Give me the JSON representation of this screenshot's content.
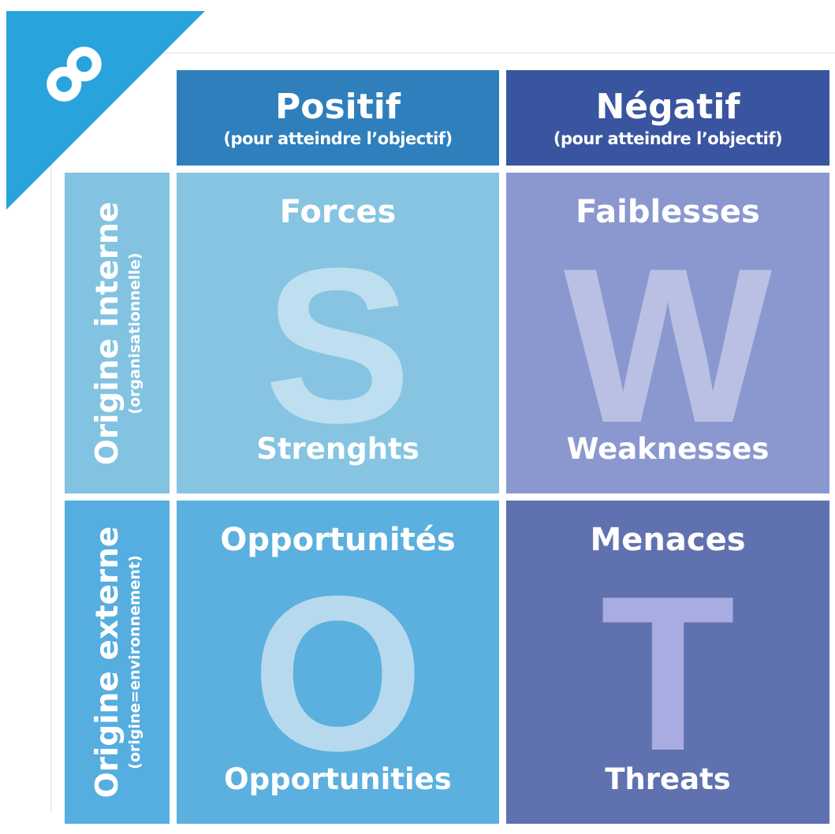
{
  "colors": {
    "corner": "#29a3dc",
    "header_positive": "#2e7fbb",
    "header_negative": "#3a55a0",
    "side_internal": "#82c3e1",
    "side_external": "#56ade0",
    "strengths": "#86c4e2",
    "weaknesses": "#8a98cf",
    "opportunities": "#5bb0df",
    "threats": "#6071b0",
    "letter_light_blue": "#bddff0",
    "letter_lavender": "#b9c0e4",
    "letter_opportunity": "#b7d9ee",
    "letter_threat": "#a8ace0"
  },
  "logo": {
    "icon": "infinity-icon"
  },
  "headers": {
    "positive": {
      "title": "Positif",
      "subtitle": "(pour atteindre l’objectif)"
    },
    "negative": {
      "title": "Négatif",
      "subtitle": "(pour atteindre l’objectif)"
    }
  },
  "rows": {
    "internal": {
      "title": "Origine interne",
      "subtitle": "(organisationnelle)"
    },
    "external": {
      "title": "Origine externe",
      "subtitle": "(origine=environnement)"
    }
  },
  "quadrants": {
    "strengths": {
      "title": "Forces",
      "letter": "S",
      "english": "Strenghts"
    },
    "weaknesses": {
      "title": "Faiblesses",
      "letter": "W",
      "english": "Weaknesses"
    },
    "opportunities": {
      "title": "Opportunités",
      "letter": "O",
      "english": "Opportunities"
    },
    "threats": {
      "title": "Menaces",
      "letter": "T",
      "english": "Threats"
    }
  }
}
